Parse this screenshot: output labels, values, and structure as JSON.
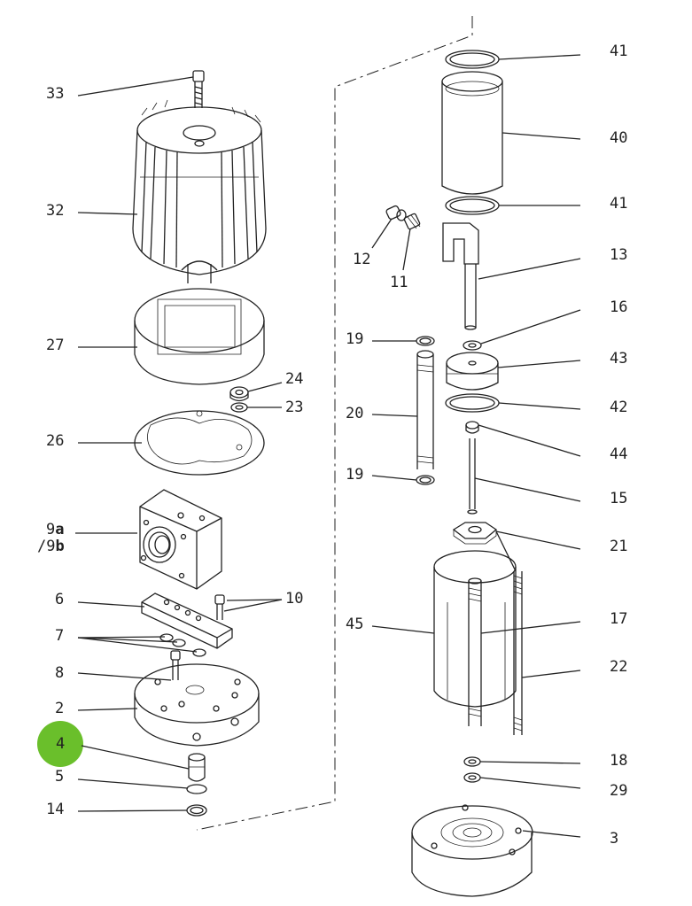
{
  "highlight": {
    "part": "4",
    "color": "#6abf2b"
  },
  "labels": {
    "l33": "33",
    "l32": "32",
    "l27": "27",
    "l26": "26",
    "l9a_num": "9",
    "l9a_let": "a",
    "l9b_num": "/9",
    "l9b_let": "b",
    "l6": "6",
    "l7": "7",
    "l8": "8",
    "l2": "2",
    "l4": "4",
    "l5": "5",
    "l14": "14",
    "l24": "24",
    "l23": "23",
    "l10": "10",
    "l12": "12",
    "l11": "11",
    "l19a": "19",
    "l20": "20",
    "l19b": "19",
    "l45": "45",
    "r41a": "41",
    "r40": "40",
    "r41b": "41",
    "r13": "13",
    "r16": "16",
    "r43": "43",
    "r42": "42",
    "r44": "44",
    "r15": "15",
    "r21": "21",
    "r17": "17",
    "r22": "22",
    "r18": "18",
    "r29": "29",
    "r3": "3"
  }
}
